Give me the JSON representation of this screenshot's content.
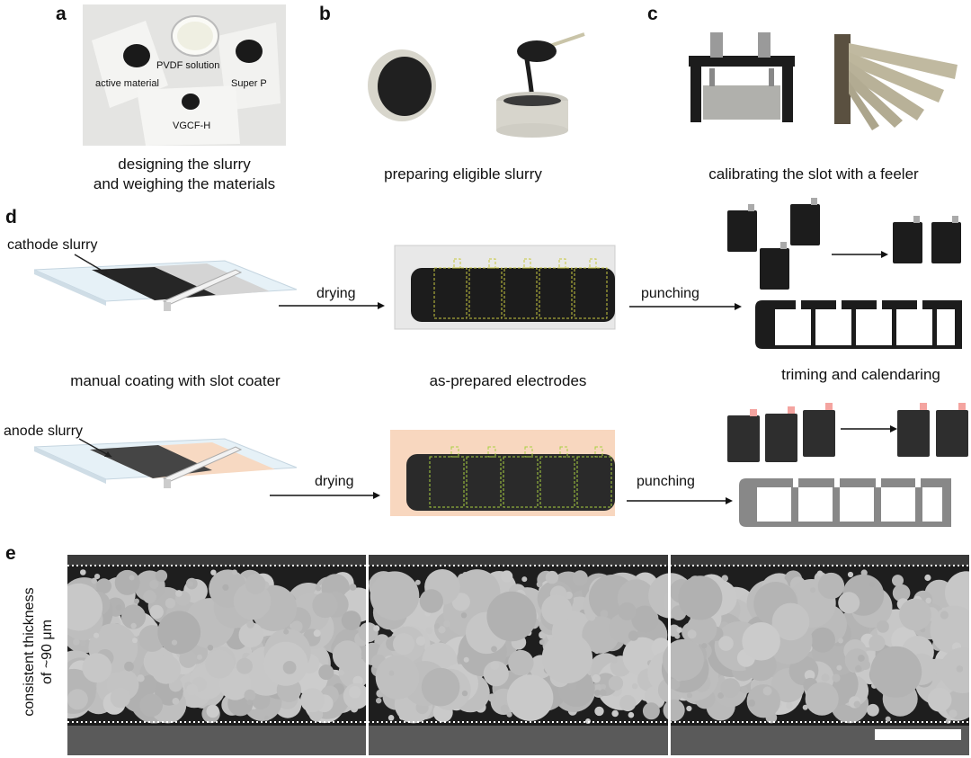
{
  "panels": {
    "a": "a",
    "b": "b",
    "c": "c",
    "d": "d",
    "e": "e"
  },
  "panel_a": {
    "labels": {
      "pvdf": "PVDF solution",
      "active": "active material",
      "superp": "Super P",
      "vgcf": "VGCF-H"
    },
    "caption_line1": "designing the slurry",
    "caption_line2": "and weighing the materials"
  },
  "panel_b": {
    "caption": "preparing eligible slurry"
  },
  "panel_c": {
    "caption": "calibrating the slot with a feeler"
  },
  "panel_d": {
    "cathode_label": "cathode slurry",
    "anode_label": "anode slurry",
    "drying": "drying",
    "punching": "punching",
    "coating_caption": "manual coating with slot coater",
    "electrodes_caption": "as-prepared electrodes",
    "trimming_caption": "triming and calendaring"
  },
  "panel_e": {
    "ylabel_line1": "consistent thickness",
    "ylabel_line2": "of ~90 μm"
  },
  "colors": {
    "dark": "#2a2a2a",
    "anode_bg": "#f8d7bf",
    "copper_tab": "#f4a4a0",
    "cathode_bg": "#d8d8d8",
    "dash": "#c8c840"
  }
}
